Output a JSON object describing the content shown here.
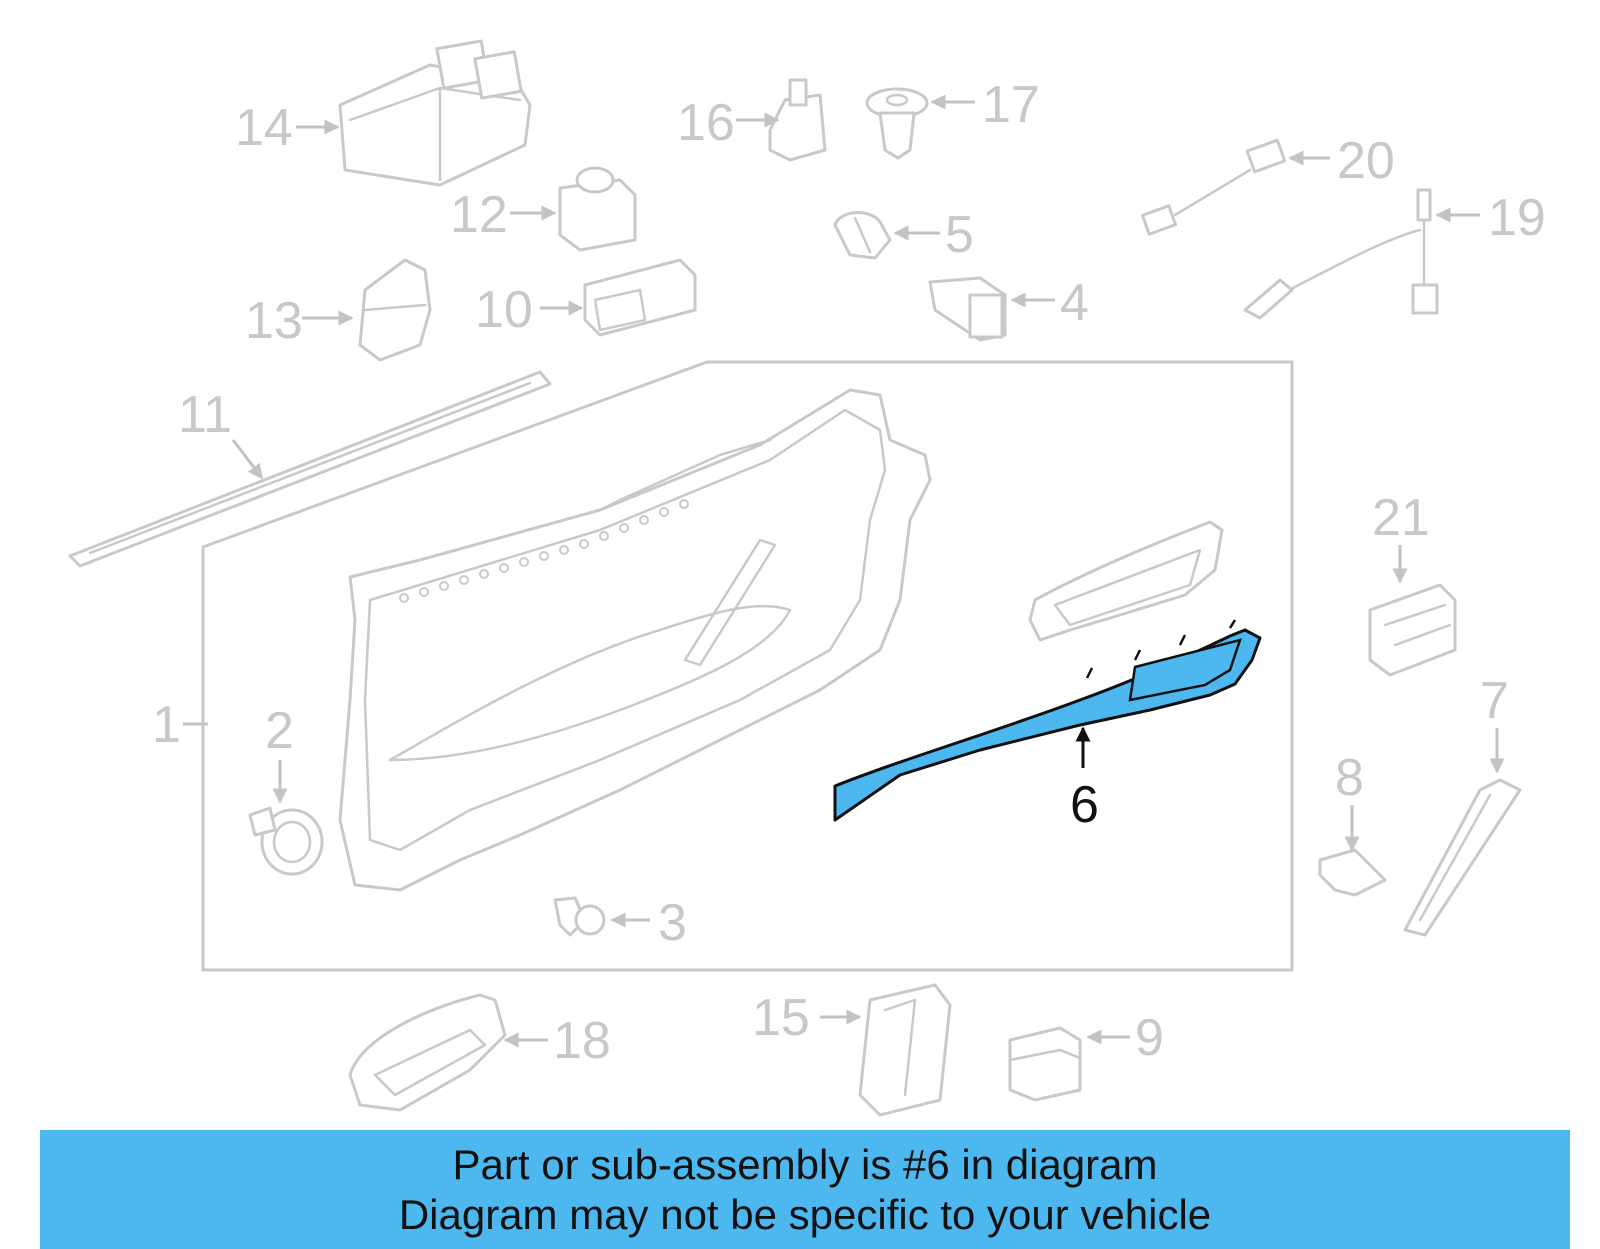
{
  "highlighted_part": "6",
  "colors": {
    "highlight": "#4db8f0",
    "banner": "#4db8f0",
    "outline": "#c9c9c9"
  },
  "callouts": {
    "c1": "1",
    "c2": "2",
    "c3": "3",
    "c4": "4",
    "c5": "5",
    "c6": "6",
    "c7": "7",
    "c8": "8",
    "c9": "9",
    "c10": "10",
    "c11": "11",
    "c12": "12",
    "c13": "13",
    "c14": "14",
    "c15": "15",
    "c16": "16",
    "c17": "17",
    "c18": "18",
    "c19": "19",
    "c20": "20",
    "c21": "21"
  },
  "banner": {
    "line1": "Part or sub-assembly is #6 in diagram",
    "line2": "Diagram may not be specific to your vehicle"
  }
}
